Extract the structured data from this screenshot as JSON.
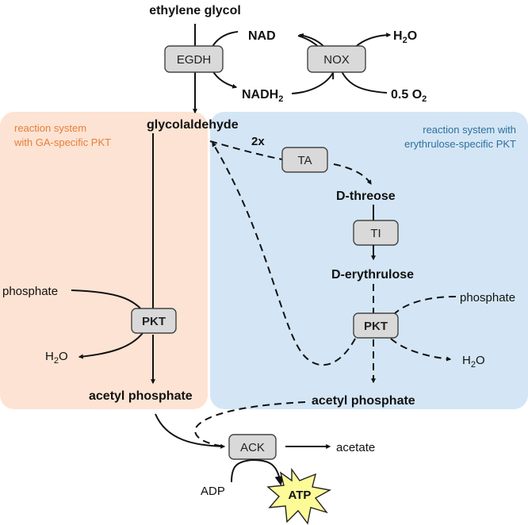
{
  "colors": {
    "orange_region": "#fde3d3",
    "blue_region": "#d4e6f5",
    "orange_text": "#e67e3a",
    "blue_text": "#2e6f9e",
    "enzyme_box": "#d9d9d9",
    "atp_star": "#fdfb98"
  },
  "regions": {
    "ga": {
      "title_line1": "reaction system",
      "title_line2": "with GA-specific PKT"
    },
    "ery": {
      "title_line1": "reaction system with",
      "title_line2": "erythrulose-specific PKT"
    }
  },
  "enzymes": {
    "egdh": "EGDH",
    "nox": "NOX",
    "ta": "TA",
    "ti": "TI",
    "pkt_left": "PKT",
    "pkt_right": "PKT",
    "ack": "ACK",
    "atp": "ATP"
  },
  "metabolites": {
    "ethylene_glycol": "ethylene glycol",
    "nad": "NAD",
    "nadh": "NADH",
    "nadh_sub": "2",
    "water_top": "H",
    "water_top_sub": "2",
    "water_top_end": "O",
    "oxygen": "0.5 O",
    "oxygen_sub": "2",
    "glycolaldehyde": "glycolaldehyde",
    "two_x": "2x",
    "d_threose": "D-threose",
    "d_erythrulose": "D-erythrulose",
    "phosphate_left": "phosphate",
    "phosphate_right": "phosphate",
    "water_left": "H",
    "water_left_sub": "2",
    "water_left_end": "O",
    "water_right": "H",
    "water_right_sub": "2",
    "water_right_end": "O",
    "acetyl_phosphate_left": "acetyl phosphate",
    "acetyl_phosphate_right": "acetyl phosphate",
    "acetate": "acetate",
    "adp": "ADP"
  }
}
